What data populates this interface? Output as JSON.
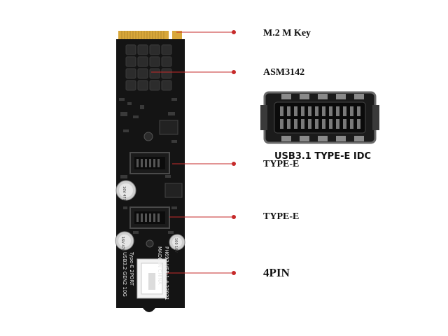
{
  "labels": {
    "m2_key": "M.2  M Key",
    "controller": "ASM3142",
    "port1": "TYPE-E",
    "port2": "TYPE-E",
    "power": "4PIN",
    "idc_caption": "USB3.1 TYPE-E IDC"
  },
  "board_silkscreen": {
    "model": "PH692 VER:1.4 23021",
    "origin": "MADE IN CHINA",
    "title": "USB3.2 GEN2 10G",
    "subtitle": "Type-E 2PORT",
    "cap_left_top": "16V 470",
    "cap_left_bottom": "16V 470",
    "cap_right": "100 16V"
  },
  "colors": {
    "pcb": "#141414",
    "gold": "#d8a73a",
    "callout_line": "#c62a2a",
    "callout_dot": "#c62a2a",
    "heatsink": "#2a2a2a",
    "connector": "#1b1b1b"
  }
}
